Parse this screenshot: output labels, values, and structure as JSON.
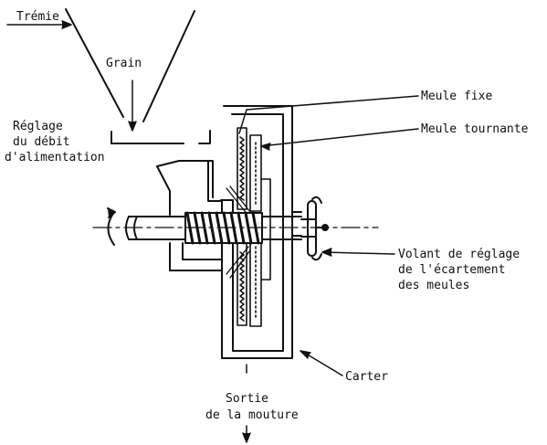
{
  "labels": {
    "tremie": "Trémie",
    "grain": "Grain",
    "reglage_line1": "Réglage",
    "reglage_line2": "du débit",
    "reglage_line3": "d'alimentation",
    "meule_fixe": "Meule fixe",
    "meule_tournante": "Meule tournante",
    "volant_line1": "Volant de réglage",
    "volant_line2": "de l'écartement",
    "volant_line3": "des meules",
    "carter": "Carter",
    "sortie_line1": "Sortie",
    "sortie_line2": "de la mouture"
  },
  "colors": {
    "ink": "#111111",
    "paper": "#ffffff"
  }
}
